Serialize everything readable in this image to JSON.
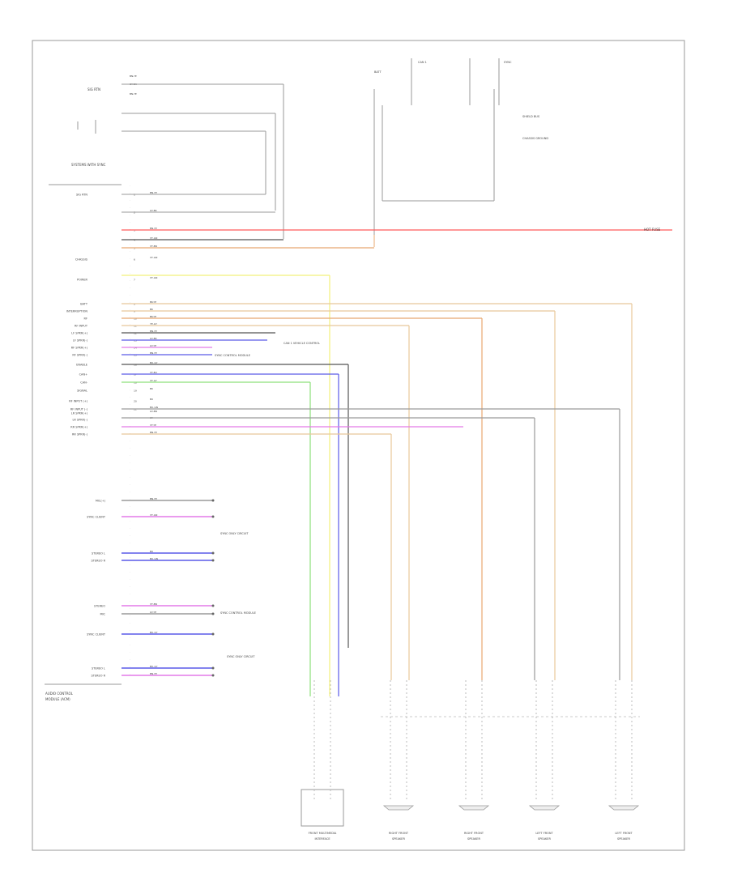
{
  "diagram": {
    "title": "Audio System Wiring Diagram (3 of 3)",
    "right_label": "HOT FUSE",
    "footer_id": "",
    "audio_module": {
      "name_lines": [
        "AUDIO CONTROL",
        "MODULE (ACM)"
      ],
      "pins": [
        {
          "label": "SIG RTN",
          "wire": "BN-YE"
        },
        {
          "label": "",
          "wire": "GY-BK"
        },
        {
          "label": "",
          "wire": "BN-YE"
        },
        {
          "label": "",
          "wire": "VT-GN"
        },
        {
          "label": "",
          "wire": "VT-BN"
        },
        {
          "label": "CHASSIS",
          "wire": "VT-GN"
        },
        {
          "label": "POWER",
          "wire": "VT-GN"
        },
        {
          "label": "BATT",
          "wire": "BK-YE"
        },
        {
          "label": "INTERRUPTION",
          "wire": "BK"
        },
        {
          "label": "RF",
          "wire": "BK-YE"
        },
        {
          "label": "RF INPUT",
          "wire": "YE-GY"
        },
        {
          "label": "LF SPKR(+)",
          "wire": "BN-YE"
        },
        {
          "label": "LF SPKR(-)",
          "wire": "GY-BK"
        },
        {
          "label": "RF SPKR(+)",
          "wire": "GY-YE"
        },
        {
          "label": "RF SPKR(-)",
          "wire": "BN-YE"
        },
        {
          "label": "ENABLE",
          "wire": "BU-GY"
        },
        {
          "label": "CAN+",
          "wire": "VT-BU"
        },
        {
          "label": "CAN-",
          "wire": "VT-GY"
        },
        {
          "label": "SIGNAL",
          "wire": "BK"
        },
        {
          "label": "RF INPUT (+)",
          "wire": "BU"
        },
        {
          "label": "RF INPUT (-)",
          "wire": "BU-GN"
        }
      ],
      "lower_pins": [
        {
          "label": "LR SPKR(+)",
          "wire": "GY-BN"
        },
        {
          "label": "LR SPKR(-)",
          "wire": "GY"
        },
        {
          "label": "RR SPKR(+)",
          "wire": "VT-YE"
        },
        {
          "label": "RR SPKR(-)",
          "wire": "BN-YE"
        }
      ],
      "aux_pins": [
        {
          "label": "MIC(+)",
          "wire": "BN-YE"
        },
        {
          "label": "SYNC CLIENT",
          "wire": "VT-GN"
        },
        {
          "label": "STEREO L",
          "wire": "BU"
        },
        {
          "label": "STEREO R",
          "wire": "BU-GN"
        },
        {
          "label": "STEREO",
          "wire": "VT-BN"
        },
        {
          "label": "MIC",
          "wire": "GY-YE"
        },
        {
          "label": "SYNC CLIENT",
          "wire": "BU-GY"
        },
        {
          "label": "STEREO L",
          "wire": "BU-GY"
        },
        {
          "label": "STEREO R",
          "wire": "BN-YE"
        }
      ]
    },
    "notes": [
      "CAN 1 VEHICLE CONTROL",
      "SYNC CONTROL MODULE",
      "SYNC ONLY CIRCUIT",
      "SHIELD BUS",
      "CHASSIS GROUND",
      "SYSTEMS WITH SYNC"
    ],
    "connectors": [
      {
        "name_lines": [
          "FRONT MULTIMEDIA",
          "INTERFACE"
        ]
      },
      {
        "name_lines": [
          "RIGHT FRONT",
          "SPEAKER"
        ]
      },
      {
        "name_lines": [
          "RIGHT FRONT",
          "SPEAKER"
        ]
      },
      {
        "name_lines": [
          "LEFT FRONT",
          "SPEAKER"
        ]
      },
      {
        "name_lines": [
          "LEFT FRONT",
          "SPEAKER"
        ]
      }
    ],
    "colors": {
      "red": "#ff5a5a",
      "yellow": "#f2f07a",
      "green": "#8de07a",
      "blue": "#5a5ae8",
      "violet": "#e37ae8",
      "tan": "#e8c79a",
      "gray": "#9a9a9a",
      "dark": "#555555",
      "orange": "#e8a870"
    }
  }
}
